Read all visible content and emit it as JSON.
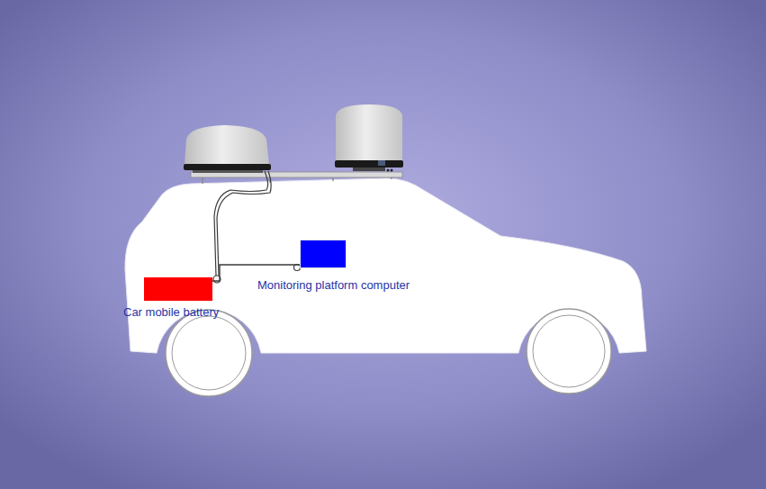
{
  "diagram": {
    "nodes": [
      {
        "text": [
          "Car mobile battery"
        ]
      },
      {
        "text": [
          "Monitoring platform computer"
        ]
      }
    ],
    "edges": [
      {
        "from": 0,
        "to": 1,
        "arrow": "none"
      }
    ]
  }
}
